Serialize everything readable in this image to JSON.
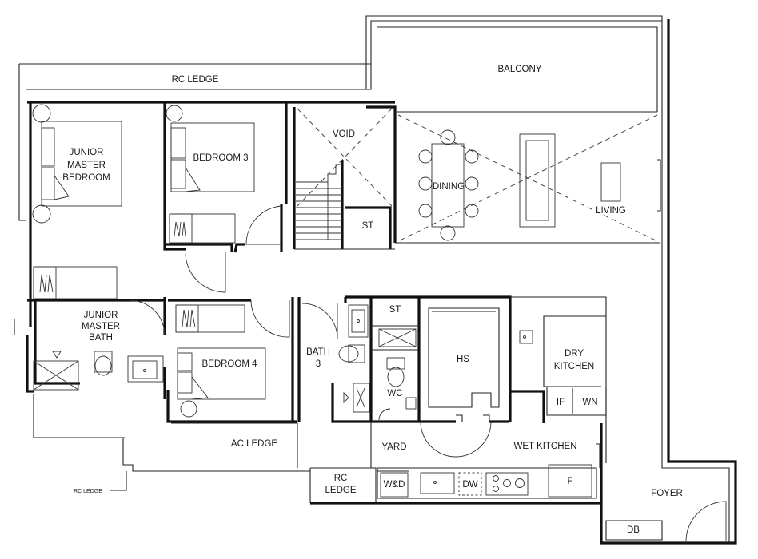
{
  "rooms": {
    "rc_ledge_top": "RC LEDGE",
    "balcony": "BALCONY",
    "junior_master_bedroom": [
      "JUNIOR",
      "MASTER",
      "BEDROOM"
    ],
    "bedroom_3": "BEDROOM 3",
    "void": "VOID",
    "dining": "DINING",
    "living": "LIVING",
    "st_upper": "ST",
    "junior_master_bath": [
      "JUNIOR",
      "MASTER",
      "BATH"
    ],
    "st_lower": "ST",
    "bedroom_4": "BEDROOM 4",
    "bath_3": [
      "BATH",
      "3"
    ],
    "wc": "WC",
    "hs": "HS",
    "dry_kitchen": [
      "DRY",
      "KITCHEN"
    ],
    "fridge_if": "IF",
    "wine_wn": "WN",
    "ac_ledge": "AC LEDGE",
    "yard": "YARD",
    "wet_kitchen": "WET KITCHEN",
    "rc_ledge_lower": [
      "RC",
      "LEDGE"
    ],
    "rc_ledge_note": "RC LEDGE",
    "washer_dryer": "W&D",
    "dishwasher": "DW",
    "fridge_f": "F",
    "foyer": "FOYER",
    "db": "DB"
  }
}
